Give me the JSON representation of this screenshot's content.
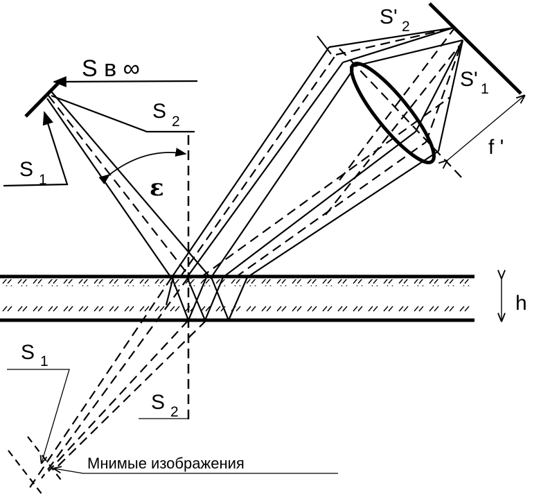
{
  "labels": {
    "source_infinity": "S в ∞",
    "s1_main": "S",
    "s1_sub": "1",
    "s2_main": "S",
    "s2_sub": "2",
    "s1p_main": "S'",
    "s1p_sub": "1",
    "s2p_main": "S'",
    "s2p_sub": "2",
    "focal": "f '",
    "thickness": "h",
    "angle": "ε",
    "virt_s1_main": "S",
    "virt_s1_sub": "1",
    "virt_s2_main": "S",
    "virt_s2_sub": "2",
    "virtual_images": "Мнимые изображения"
  }
}
